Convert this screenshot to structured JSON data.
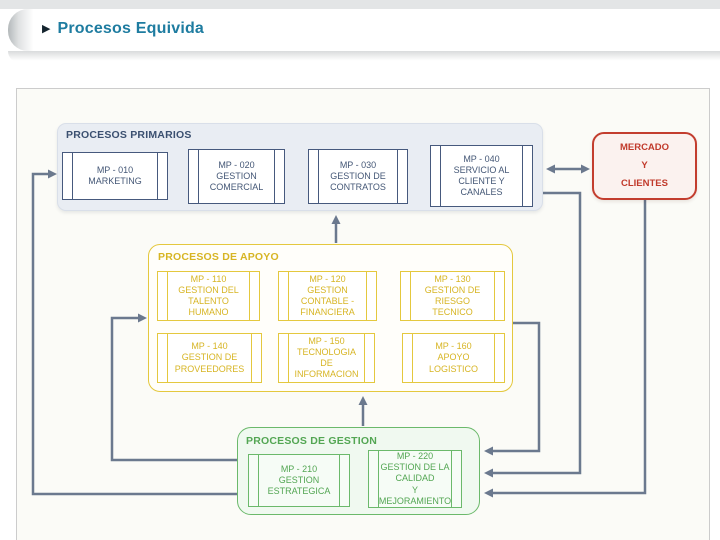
{
  "header": {
    "title": "Procesos Equivida",
    "expander_icon": "▶"
  },
  "diagram": {
    "primarios": {
      "title": "PROCESOS PRIMARIOS",
      "boxes": [
        {
          "code": "MP - 010",
          "label": "MP - 010\nMARKETING"
        },
        {
          "code": "MP - 020",
          "label": "MP - 020\nGESTION\nCOMERCIAL"
        },
        {
          "code": "MP - 030",
          "label": "MP - 030\nGESTION DE\nCONTRATOS"
        },
        {
          "code": "MP - 040",
          "label": "MP - 040\nSERVICIO AL\nCLIENTE Y\nCANALES"
        }
      ]
    },
    "mercado": {
      "label": "MERCADO\nY\nCLIENTES"
    },
    "apoyo": {
      "title": "PROCESOS DE APOYO",
      "boxes": [
        {
          "code": "MP - 110",
          "label": "MP - 110\nGESTION DEL\nTALENTO\nHUMANO"
        },
        {
          "code": "MP - 120",
          "label": "MP - 120\nGESTION\nCONTABLE -\nFINANCIERA"
        },
        {
          "code": "MP - 130",
          "label": "MP - 130\nGESTION DE\nRIESGO\nTECNICO"
        },
        {
          "code": "MP - 140",
          "label": "MP - 140\nGESTION DE\nPROVEEDORES"
        },
        {
          "code": "MP - 150",
          "label": "MP - 150\nTECNOLOGIA\nDE\nINFORMACION"
        },
        {
          "code": "MP - 160",
          "label": "MP - 160\nAPOYO\nLOGISTICO"
        }
      ]
    },
    "gestion": {
      "title": "PROCESOS DE GESTION",
      "boxes": [
        {
          "code": "MP - 210",
          "label": "MP - 210\nGESTION\nESTRATEGICA"
        },
        {
          "code": "MP - 220",
          "label": "MP - 220\nGESTION DE LA\nCALIDAD\nY MEJORAMIENTO"
        }
      ]
    },
    "colors": {
      "primarios_navy": "#46597d",
      "apoyo_gold": "#d7b524",
      "gestion_green": "#53a653",
      "mercado_red": "#c13a2b",
      "connector_slate": "#6b798e",
      "header_teal": "#1e7ca0"
    }
  }
}
